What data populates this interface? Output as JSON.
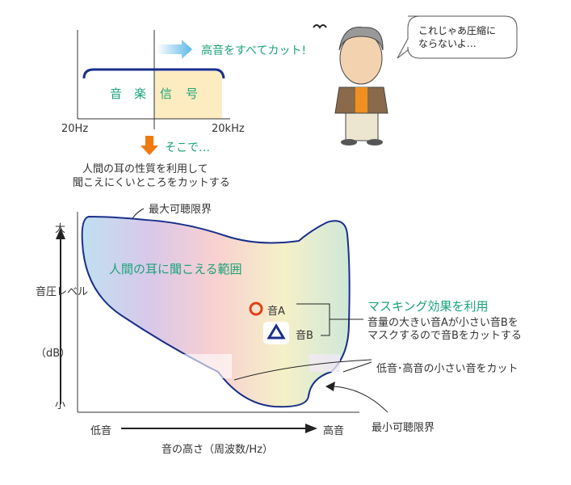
{
  "top_chart": {
    "high_cut": "高音をすべてカット!",
    "signal": [
      "音",
      "楽",
      "信",
      "号"
    ],
    "x_min": "20Hz",
    "x_max": "20kHz"
  },
  "so": "そこで…",
  "desc": [
    "人間の耳の性質を利用して",
    "聞こえにくいところをカットする"
  ],
  "speech": [
    "これじゃあ圧縮に",
    "ならないよ…"
  ],
  "main": {
    "max_label": "最大可聴限界",
    "min_label": "最小可聴限界",
    "range_label": "人間の耳に聞こえる範囲",
    "y_big": "大",
    "y_small": "小",
    "y_label": [
      "音圧レベル",
      "（dB）"
    ],
    "x_low": "低音",
    "x_high": "高音",
    "x_label": "音の高さ（周波数/Hz）",
    "sound_a": "音A",
    "sound_b": "音B",
    "masking_title": "マスキング効果を利用",
    "masking_desc": [
      "音量の大きい音Aが小さい音Bを",
      "マスクするので音Bをカットする"
    ],
    "cut_label": "低音･高音の小さい音をカット"
  },
  "colors": {
    "green": "#1aa37a",
    "navy": "#1a2f8a",
    "orange": "#f07a10",
    "red": "#e0401a"
  }
}
